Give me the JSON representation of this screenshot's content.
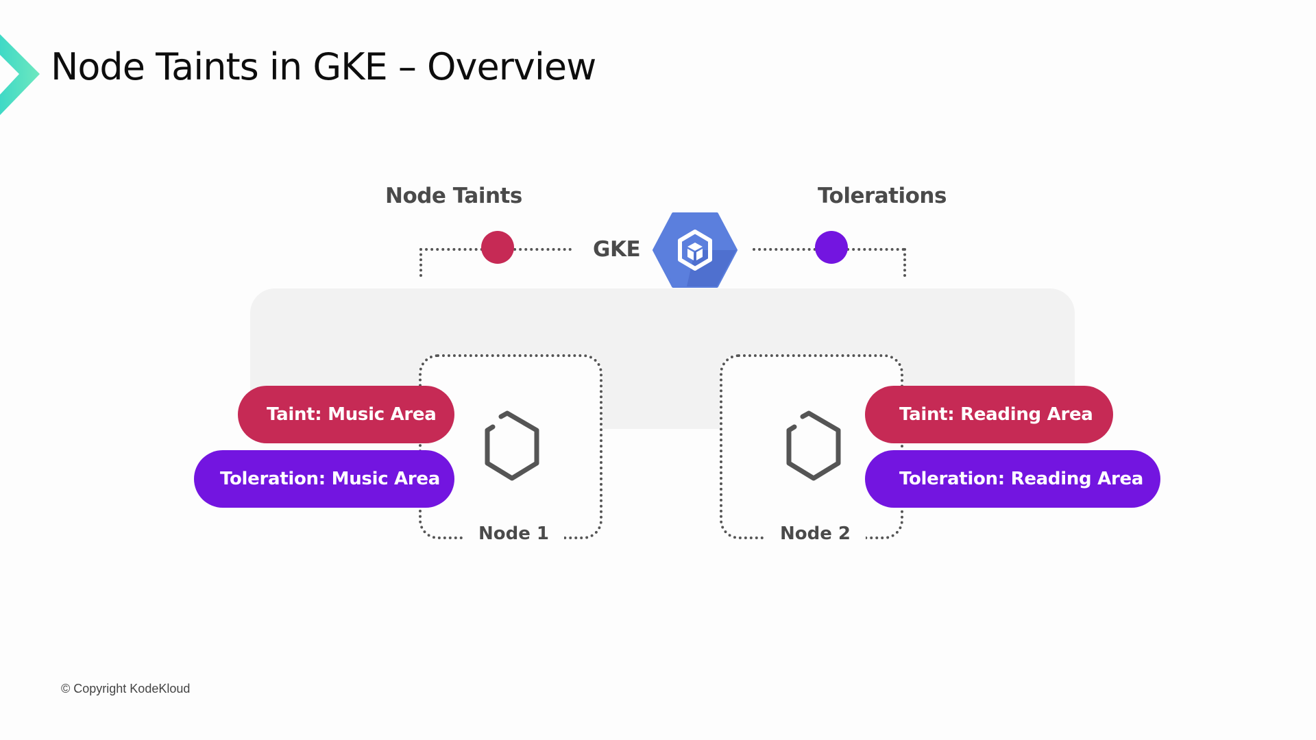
{
  "slide": {
    "title": "Node Taints in GKE – Overview",
    "copyright": "© Copyright KodeKloud"
  },
  "diagram": {
    "taints_heading": "Node Taints",
    "tolerations_heading": "Tolerations",
    "center_label": "GKE",
    "center_icon": "gke-hexagon-cube-icon",
    "colors": {
      "taint": "#c62a55",
      "toleration": "#7315e0",
      "gke": "#5b7fdd",
      "brand_accent": "#4de0c4",
      "connector": "#555555",
      "cluster_bg": "#f2f2f2"
    },
    "nodes": [
      {
        "label": "Node 1",
        "icon": "node-hexagon-icon",
        "taint": "Taint: Music Area",
        "toleration": "Toleration: Music Area"
      },
      {
        "label": "Node 2",
        "icon": "node-hexagon-icon",
        "taint": "Taint: Reading Area",
        "toleration": "Toleration: Reading Area"
      }
    ]
  }
}
